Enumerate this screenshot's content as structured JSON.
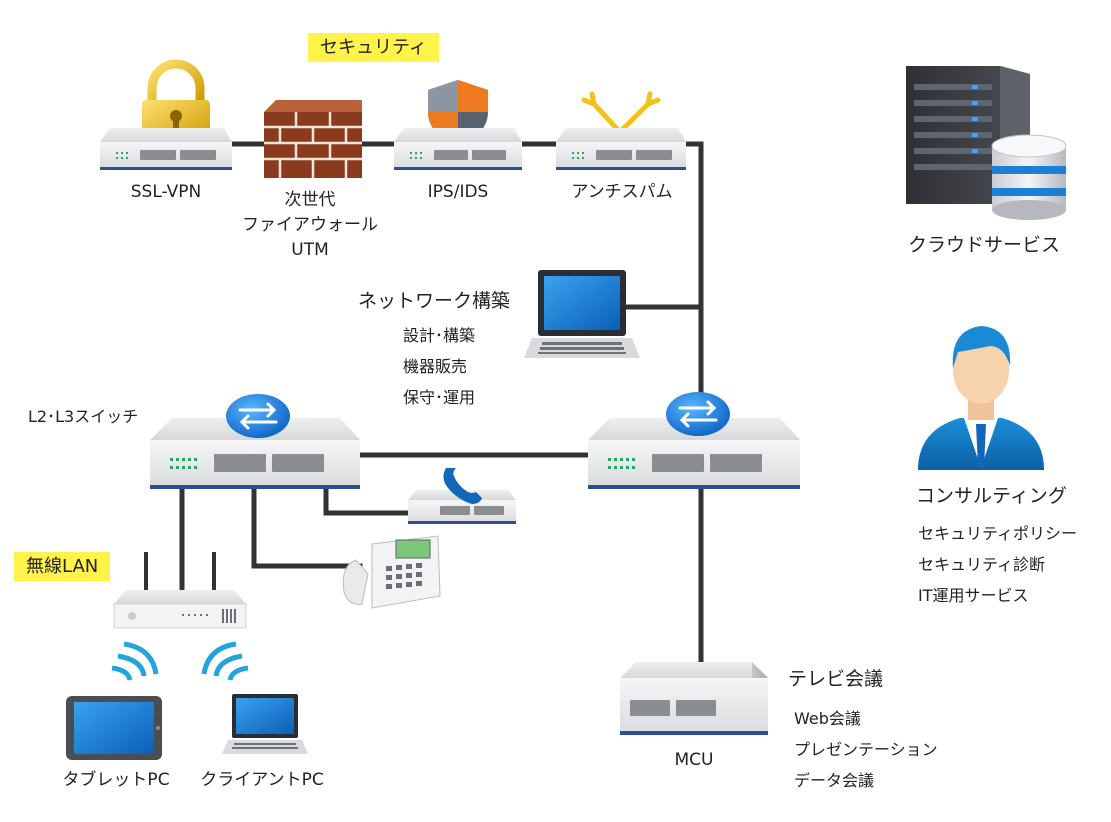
{
  "badges": {
    "security": "セキュリティ",
    "wireless": "無線LAN"
  },
  "devices": {
    "ssl_vpn": "SSL-VPN",
    "firewall_line1": "次世代",
    "firewall_line2": "ファイアウォール",
    "firewall_line3": "UTM",
    "ips_ids": "IPS/IDS",
    "antispam": "アンチスパム",
    "cloud": "クラウドサービス",
    "l2l3_switch": "L2･L3スイッチ",
    "mcu": "MCU",
    "tablet": "タブレットPC",
    "client": "クライアントPC"
  },
  "network_build": {
    "title": "ネットワーク構築",
    "items": [
      "設計･構築",
      "機器販売",
      "保守･運用"
    ]
  },
  "consulting": {
    "title": "コンサルティング",
    "items": [
      "セキュリティポリシー",
      "セキュリティ診断",
      "IT運用サービス"
    ]
  },
  "video_conf": {
    "title": "テレビ会議",
    "items": [
      "Web会議",
      "プレゼンテーション",
      "データ会議"
    ]
  },
  "colors": {
    "line": "#333333",
    "switch_body": "#d2d4d6",
    "switch_top": "#e9eaeb",
    "switch_front": "#f3f4f4",
    "accent_blue": "#1687d9",
    "lock_gold": "#e6b400",
    "brick": "#8a3b1d",
    "shield_orange": "#ee7a1f",
    "server_dark": "#3d4045",
    "highlight_yellow": "#fff34a"
  }
}
